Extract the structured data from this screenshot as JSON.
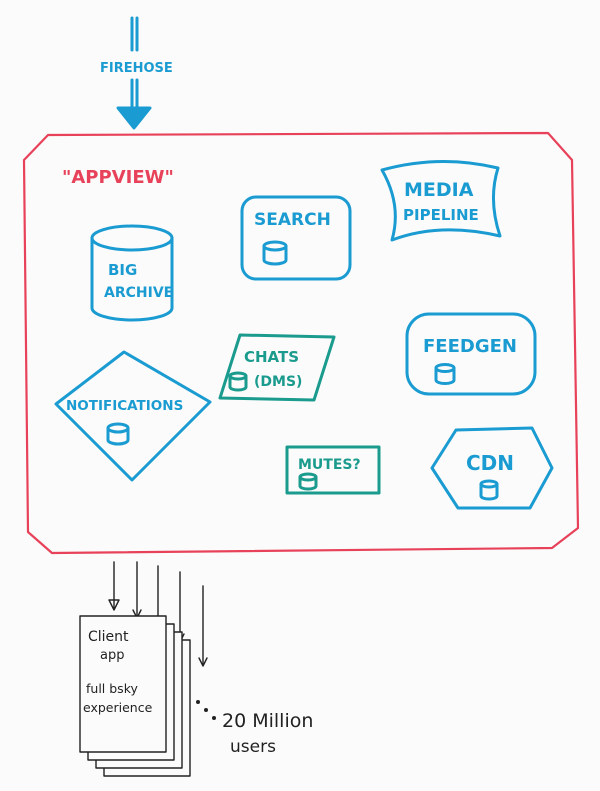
{
  "colors": {
    "blue": "#1a9bd1",
    "teal": "#1a9b8e",
    "red": "#e8425a",
    "ink": "#222222",
    "paper": "#fbfbfb"
  },
  "input": {
    "label": "FIREHOSE"
  },
  "appview": {
    "title": "\"APPVIEW\"",
    "components": {
      "big_archive": {
        "line1": "BIG",
        "line2": "ARCHIVE",
        "shape": "cylinder"
      },
      "search": {
        "label": "SEARCH",
        "shape": "rounded-box-with-db-icon"
      },
      "media_pipeline": {
        "line1": "MEDIA",
        "line2": "PIPELINE",
        "shape": "wavy-banner"
      },
      "chats": {
        "line1": "CHATS",
        "line2": "(DMS)",
        "shape": "parallelogram-with-db-icon"
      },
      "feedgen": {
        "label": "FEEDGEN",
        "shape": "rounded-box-with-db-icon"
      },
      "notifications": {
        "label": "NOTIFICATIONS",
        "shape": "diamond-with-db-icon"
      },
      "mutes": {
        "label": "MUTES?",
        "shape": "rectangle-with-db-icon"
      },
      "cdn": {
        "label": "CDN",
        "shape": "hexagon-with-db-icon"
      }
    }
  },
  "clients": {
    "line1": "Client",
    "line2": "app",
    "line3": "full bsky",
    "line4": "experience",
    "users_line1": "20 Million",
    "users_line2": "users"
  }
}
